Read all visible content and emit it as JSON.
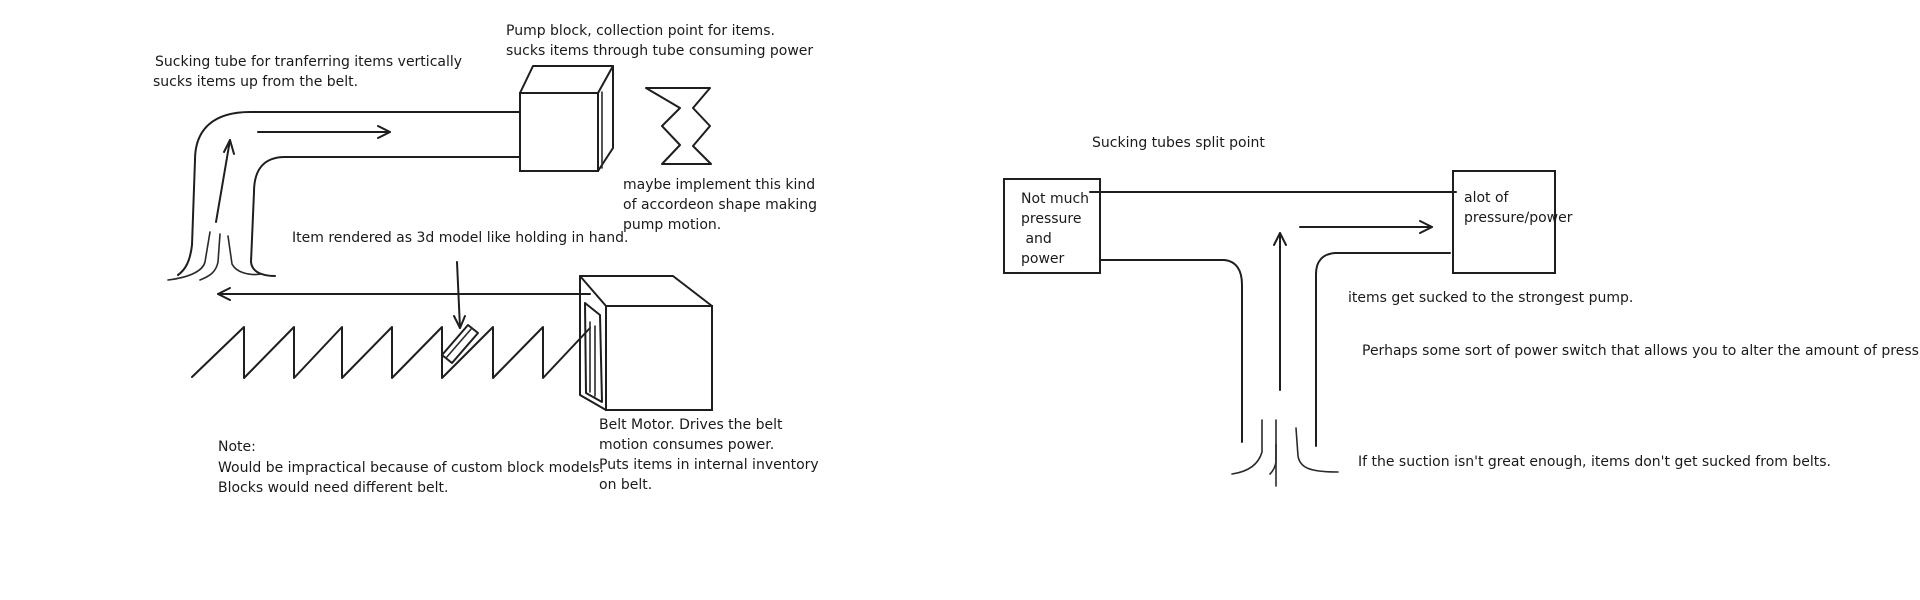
{
  "notes": {
    "sucking_tube": [
      "Sucking tube for tranferring items vertically",
      "sucks items up from the belt."
    ],
    "pump_block": [
      "Pump block, collection point for items.",
      "sucks items through tube consuming power"
    ],
    "accordeon": [
      "maybe implement this kind",
      "of accordeon shape making",
      "pump motion."
    ],
    "item_rendered": "Item rendered as 3d model like holding in hand.",
    "note": [
      "Note:",
      "Would be impractical because of custom block models.",
      "Blocks would need different belt."
    ],
    "belt_motor": [
      "Belt Motor. Drives the belt",
      "motion consumes power.",
      "Puts items in internal inventory",
      "on belt."
    ],
    "split_point": "Sucking tubes split point",
    "left_box": [
      "Not much",
      "pressure",
      " and",
      "power"
    ],
    "right_box": [
      "alot of",
      "pressure/power"
    ],
    "strongest_pump": "items get sucked to the strongest pump.",
    "power_switch": "Perhaps some sort of power switch that allows you to alter the amount of pressure.",
    "suction": "If the suction isn't great enough, items don't get sucked from belts."
  }
}
